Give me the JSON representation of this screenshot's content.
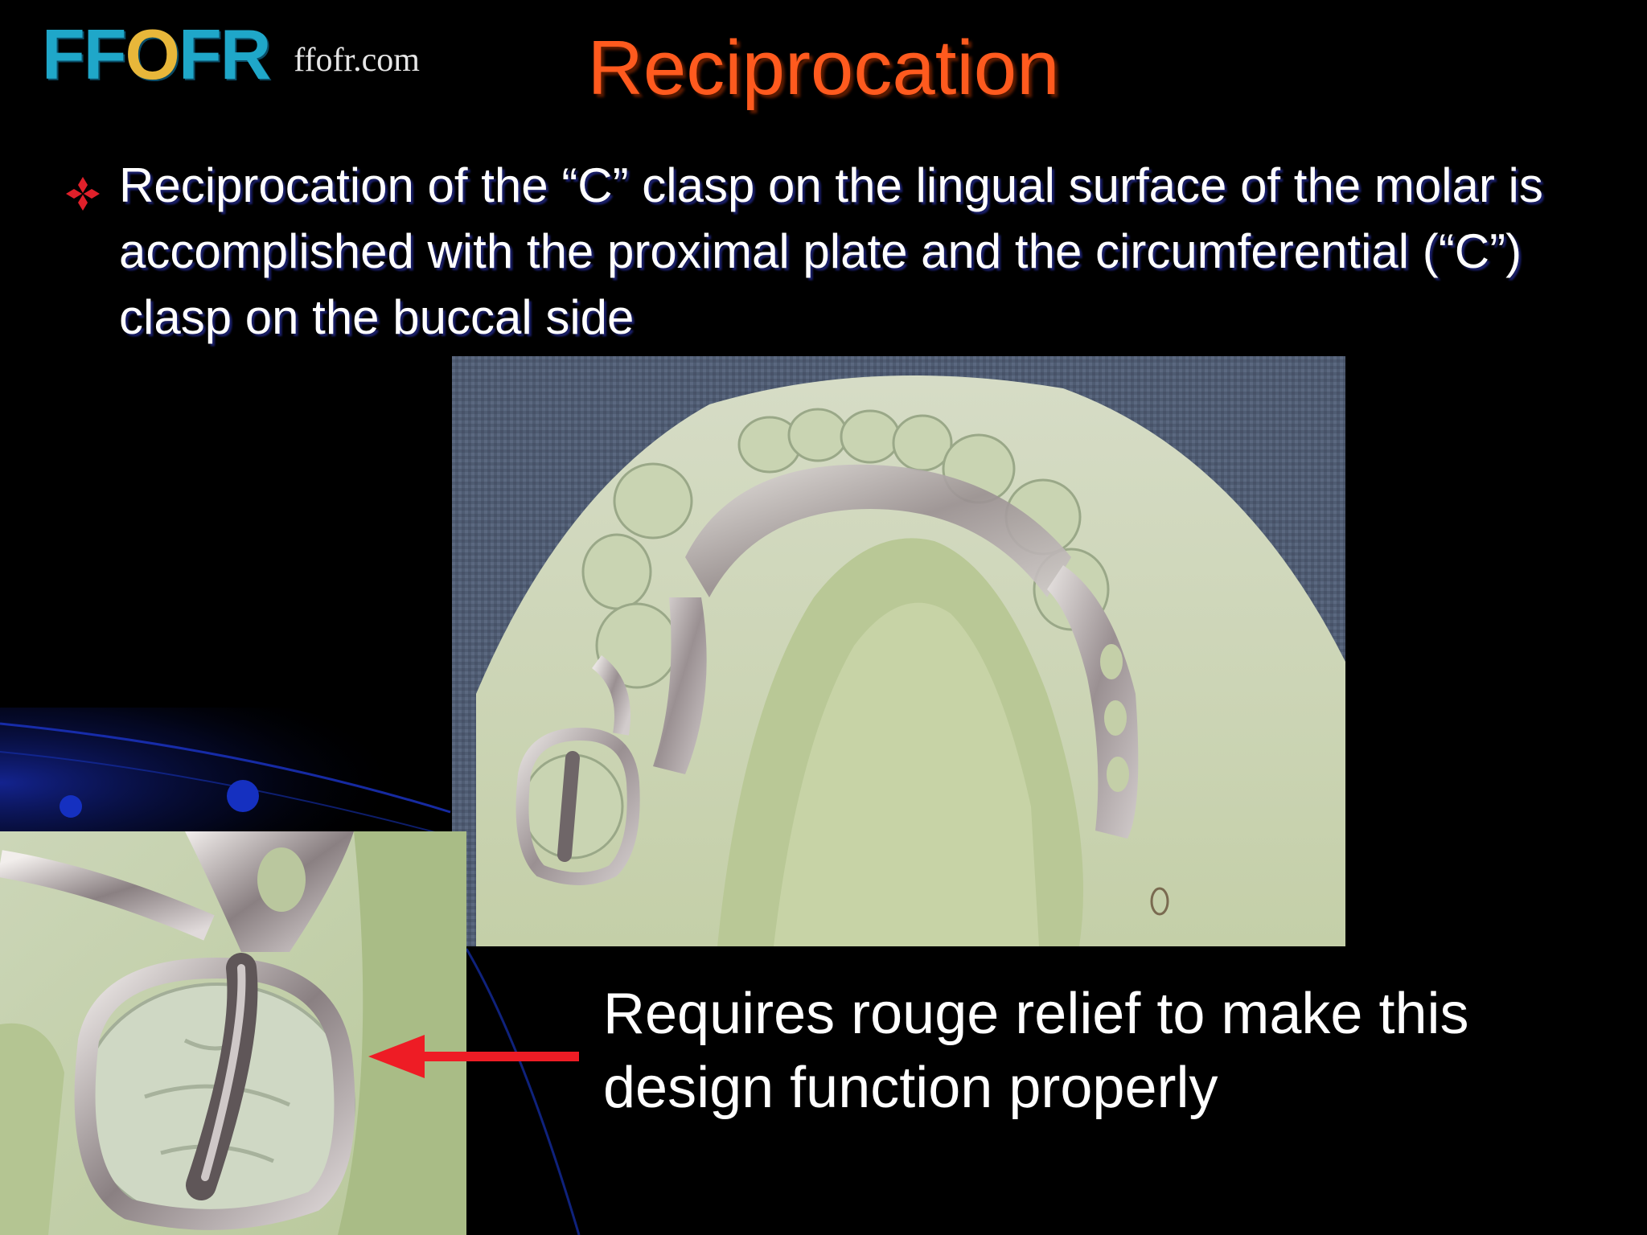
{
  "logo": {
    "mark_left": "FF",
    "mark_o": "O",
    "mark_right": "FR",
    "domain": "ffofr.com"
  },
  "title": "Reciprocation",
  "bullets": [
    {
      "text": "Reciprocation of the “C” clasp on the lingual surface of the molar is accomplished with the proximal plate and the circumferential (“C”) clasp on the buccal side"
    }
  ],
  "caption": "Requires rouge relief to make this design function properly",
  "colors": {
    "background": "#000000",
    "title": "#ff5a1e",
    "bullet_icon": "#e0202a",
    "arrow": "#ee1c25",
    "decor": "#1530b0"
  },
  "icons": {
    "bullet": "diamond-bullet-icon",
    "arrow": "arrow-left-icon"
  }
}
